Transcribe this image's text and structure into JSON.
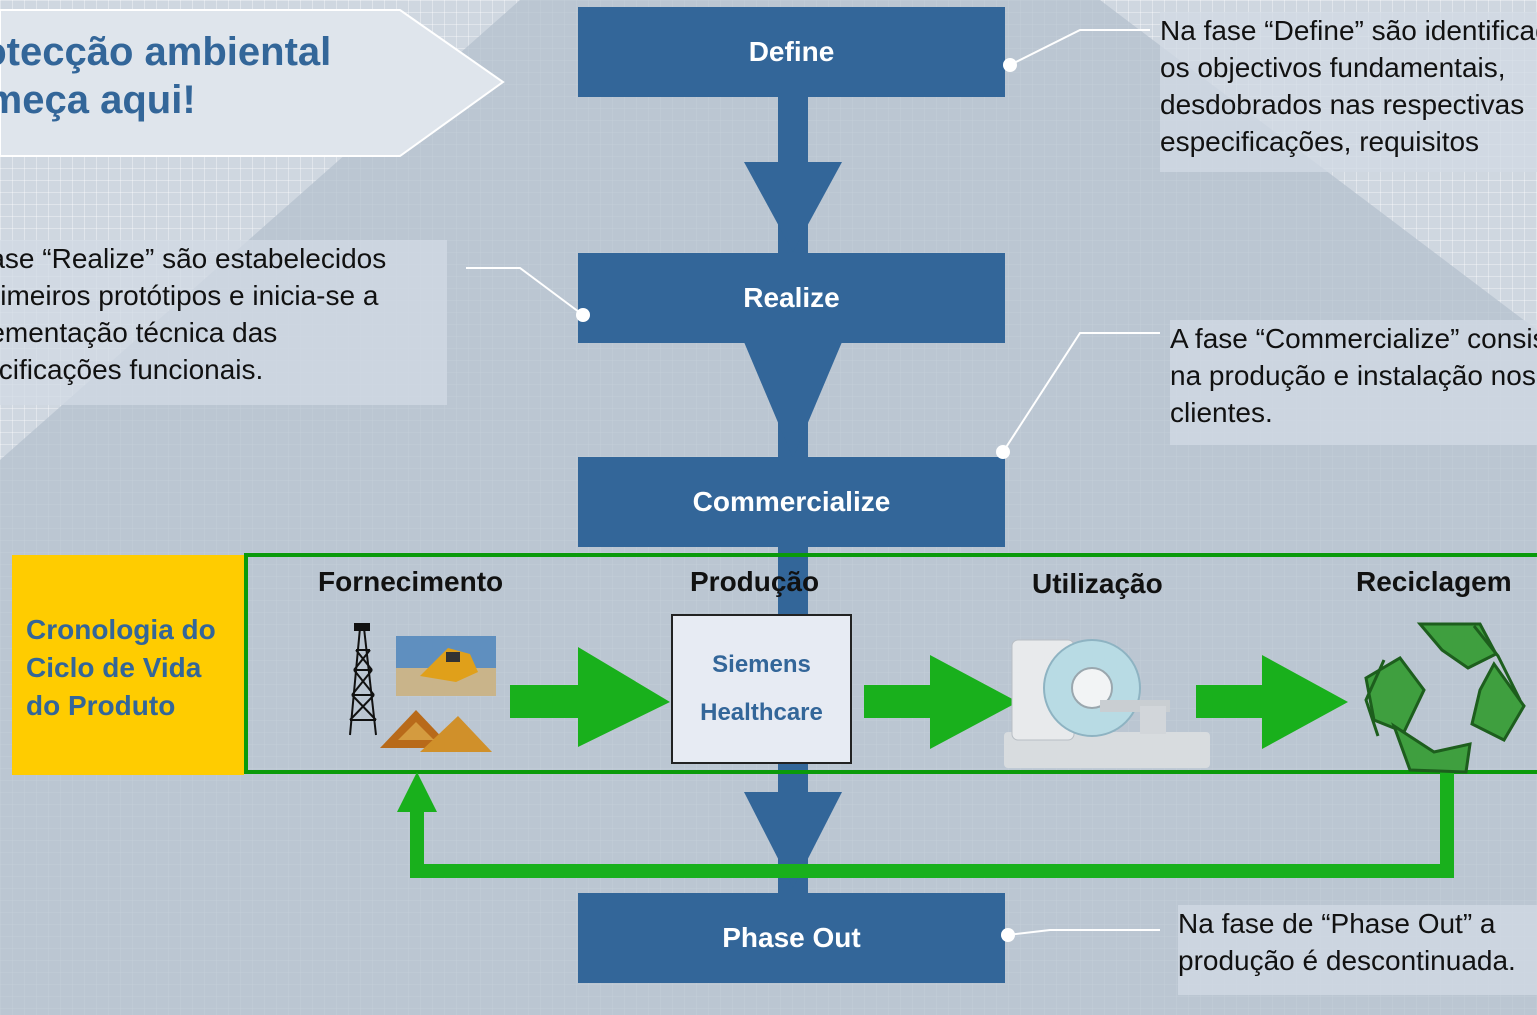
{
  "callout": {
    "line1": "Protecção ambiental",
    "line2": "começa aqui!"
  },
  "phases": {
    "define": "Define",
    "realize": "Realize",
    "commercialize": "Commercialize",
    "phase_out": "Phase Out"
  },
  "notes": {
    "define": [
      "Na fase “Define” são identificados",
      "os objectivos fundamentais,",
      "desdobrados nas respectivas",
      "especificações, requisitos"
    ],
    "realize": [
      "Na fase “Realize” são estabelecidos",
      "os primeiros protótipos e inicia-se a",
      "implementação técnica das",
      "especificações funcionais."
    ],
    "commercialize": [
      "A fase “Commercialize” consiste",
      "na produção e instalação nos",
      "clientes."
    ],
    "phase_out": [
      "Na fase de “Phase Out” a",
      "produção é descontinuada."
    ]
  },
  "lifecycle": {
    "label": [
      "Cronologia do",
      "Ciclo de Vida",
      "do Produto"
    ],
    "stages": {
      "supply": "Fornecimento",
      "production": "Produção",
      "use": "Utilização",
      "recycling": "Reciclagem"
    },
    "siemens": [
      "Siemens",
      "Healthcare"
    ]
  },
  "colors": {
    "phase_blue": "#336699",
    "lifecycle_green": "#0a9a0a",
    "label_yellow": "#ffcc00"
  }
}
